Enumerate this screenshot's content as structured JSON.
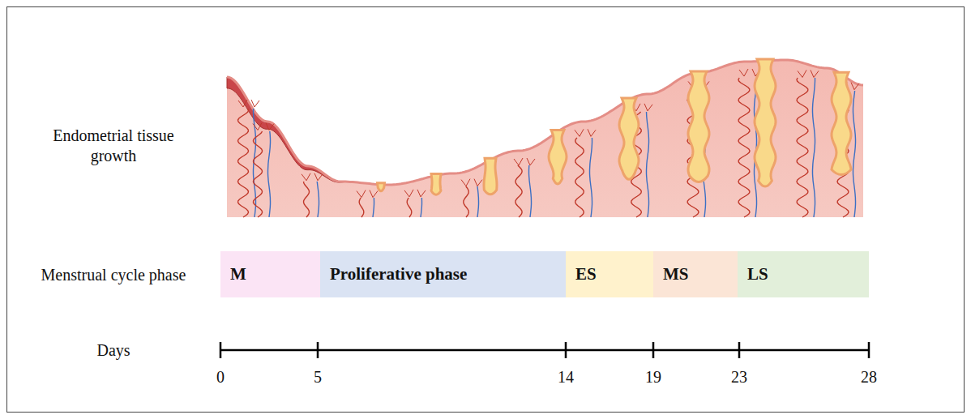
{
  "diagram": {
    "nodes": [
      {
        "text": [
          "M"
        ]
      },
      {
        "text": [
          "Proliferative phase"
        ]
      },
      {
        "text": [
          "ES"
        ]
      },
      {
        "text": [
          "MS"
        ]
      },
      {
        "text": [
          "LS"
        ]
      }
    ],
    "labels": [
      "Endometrial tissue growth",
      "Menstrual cycle phase",
      "Days",
      "0",
      "5",
      "14",
      "19",
      "23",
      "28"
    ]
  }
}
